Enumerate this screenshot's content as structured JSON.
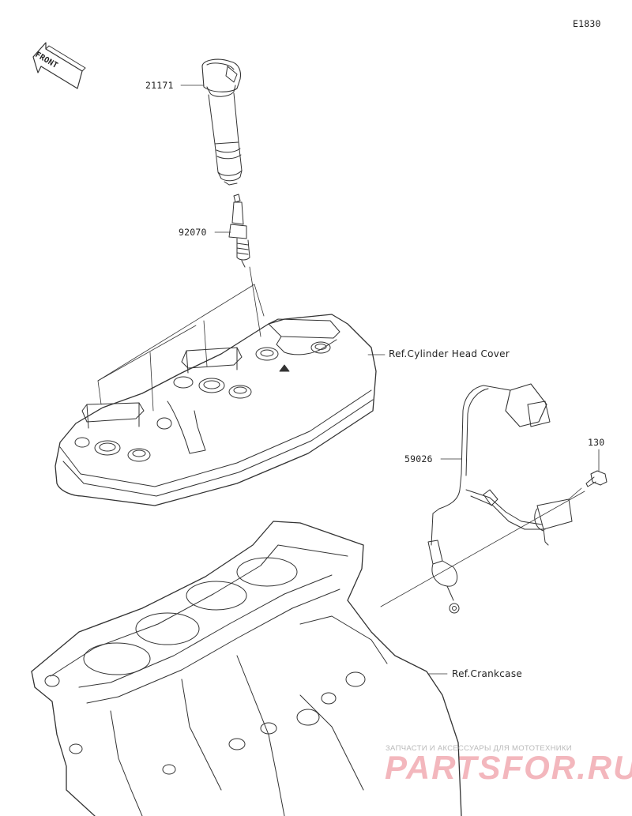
{
  "diagram_code": "E1830",
  "front_label": "FRONT",
  "parts": [
    {
      "number": "21171"
    },
    {
      "number": "92070"
    },
    {
      "number": "59026"
    },
    {
      "number": "130"
    }
  ],
  "references": {
    "cylinder_head_cover": "Ref.Cylinder Head Cover",
    "crankcase": "Ref.Crankcase"
  },
  "watermark": {
    "tagline": "ЗАПЧАСТИ И АКСЕССУАРЫ ДЛЯ МОТОТЕХНИКИ",
    "brand": "PARTSFOR.RU",
    "color": "#da2337"
  },
  "line_color": "#333333"
}
